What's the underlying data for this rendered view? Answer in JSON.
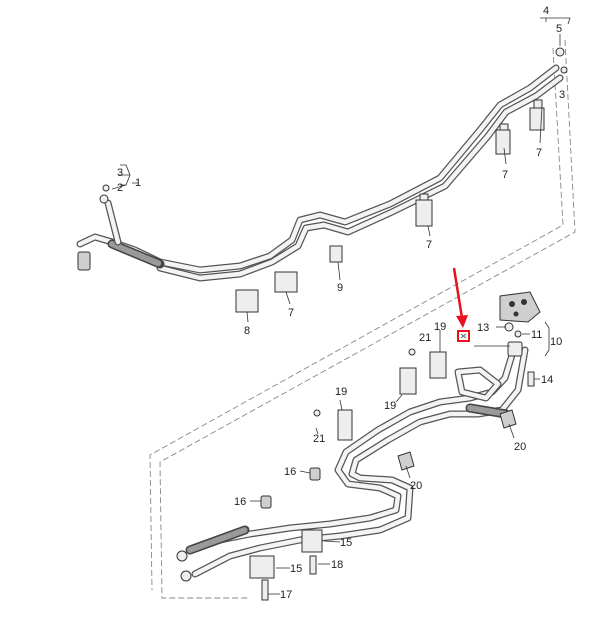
{
  "labels": {
    "l1": "1",
    "l2": "2",
    "l3a": "3",
    "l3b": "3",
    "l4": "4",
    "l5": "5",
    "l7a": "7",
    "l7b": "7",
    "l7c": "7",
    "l7d": "7",
    "l8": "8",
    "l9": "9",
    "l10": "10",
    "l11": "11",
    "l13": "13",
    "l14": "14",
    "l15a": "15",
    "l15b": "15",
    "l16a": "16",
    "l16b": "16",
    "l17": "17",
    "l18": "18",
    "l19a": "19",
    "l19b": "19",
    "l19c": "19",
    "l20a": "20",
    "l20b": "20",
    "l21a": "21",
    "l21b": "21"
  },
  "colors": {
    "arrow": "#e8121f",
    "highlight": "#e8121f",
    "line": "#333333"
  }
}
